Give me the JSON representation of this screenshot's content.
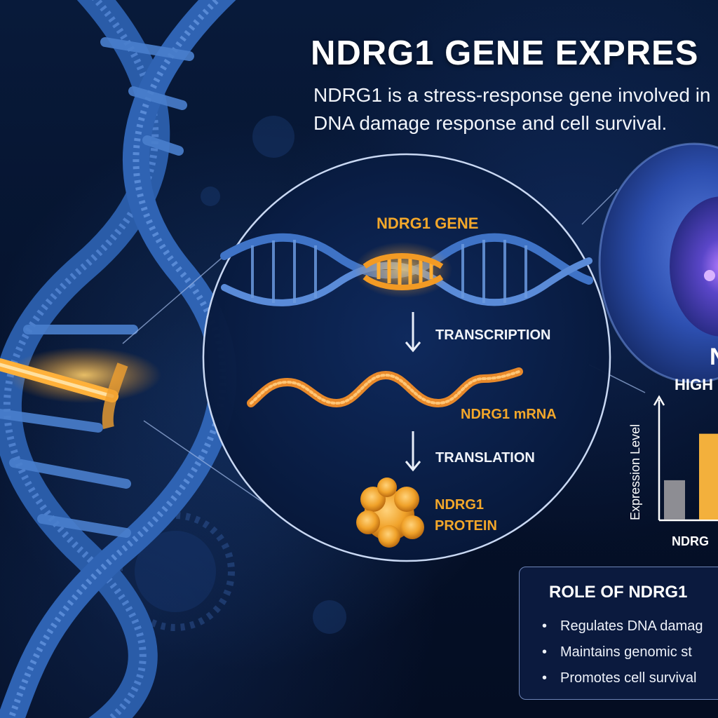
{
  "header": {
    "title": "NDRG1 GENE EXPRES",
    "subtitle_lines": [
      "NDRG1 is a stress-response gene involved in",
      "DNA damage response and cell survival."
    ]
  },
  "pathway": {
    "gene_label": "NDRG1 GENE",
    "step1": "TRANSCRIPTION",
    "mrna_label": "NDRG1 mRNA",
    "step2": "TRANSLATION",
    "protein_line1": "NDRG1",
    "protein_line2": "PROTEIN"
  },
  "cell": {
    "title": "N",
    "subtitle": "HIGH"
  },
  "chart_data": {
    "type": "bar",
    "ylabel": "Expression Level",
    "xlabel": "NDRG",
    "series": [
      {
        "values": [
          0.33,
          0.72
        ]
      }
    ],
    "colors": [
      "#8d8d93",
      "#f3b03c"
    ]
  },
  "role": {
    "title": "ROLE OF NDRG1",
    "items": [
      "Regulates DNA damag",
      "Maintains genomic st",
      "Promotes cell survival"
    ]
  },
  "colors": {
    "accent_orange": "#f3a72a",
    "dna_blue": "#3b74c8",
    "background": "#06142e"
  }
}
